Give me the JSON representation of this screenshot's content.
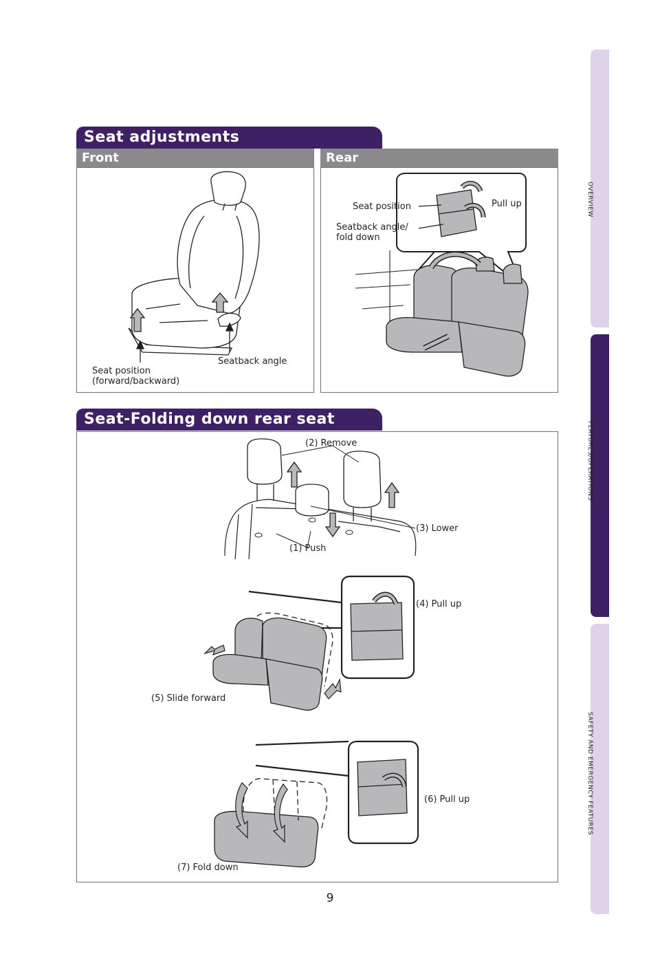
{
  "sections": {
    "adjustments_title": "Seat adjustments",
    "folding_title": "Seat-Folding down rear seat"
  },
  "front": {
    "heading": "Front",
    "seat_position_label": "Seat position\n(forward/backward)",
    "seatback_angle_label": "Seatback angle"
  },
  "rear": {
    "heading": "Rear",
    "seat_position_label": "Seat position",
    "pull_up_label": "Pull up",
    "seatback_angle_label": "Seatback angle/\nfold down"
  },
  "folding": {
    "step1": "(1) Push",
    "step2": "(2) Remove",
    "step3": "(3) Lower",
    "step4": "(4) Pull up",
    "step5": "(5) Slide forward",
    "step6": "(6) Pull up",
    "step7": "(7) Fold down"
  },
  "side_tabs": {
    "overview": "OVERVIEW",
    "features": "FEATURES/OPERATIONS",
    "safety": "SAFETY AND EMERGENCY FEATURES"
  },
  "page_number": "9",
  "colors": {
    "brand_purple": "#3e2065",
    "tab_light": "#ded3e8",
    "subhead_gray": "#8a8a8c",
    "seat_gray": "#b8b8ba"
  }
}
